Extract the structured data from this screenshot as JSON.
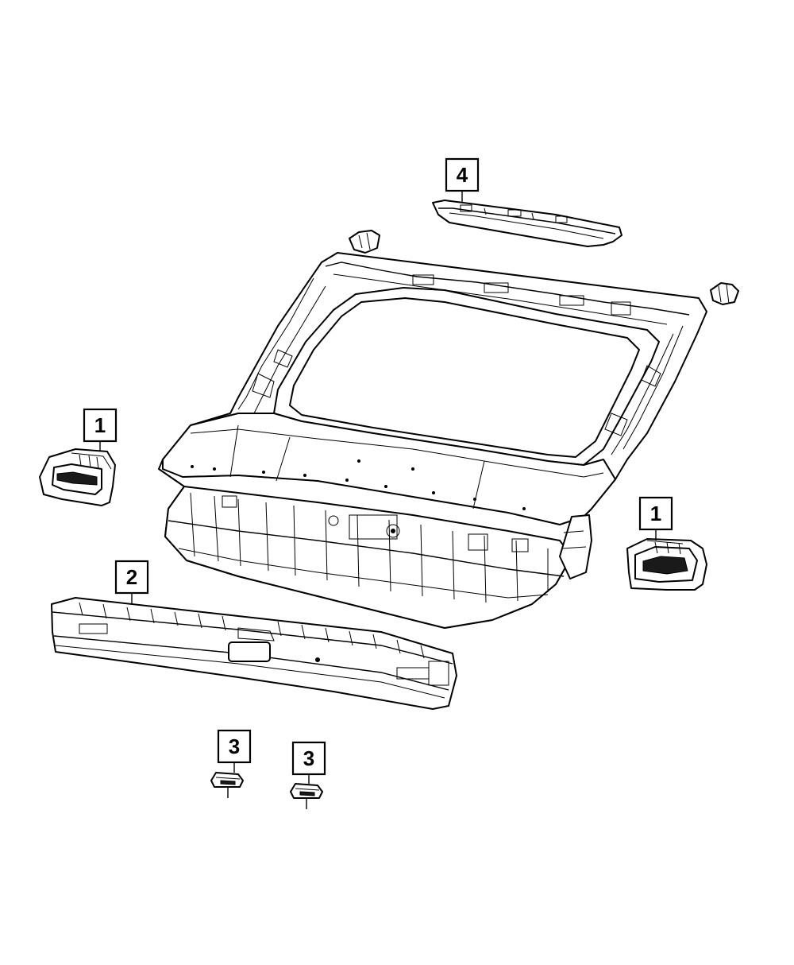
{
  "callouts": [
    {
      "id": "callout-1-left",
      "label": "1"
    },
    {
      "id": "callout-1-right",
      "label": "1"
    },
    {
      "id": "callout-2",
      "label": "2"
    },
    {
      "id": "callout-3-left",
      "label": "3"
    },
    {
      "id": "callout-3-right",
      "label": "3"
    },
    {
      "id": "callout-4",
      "label": "4"
    }
  ],
  "colors": {
    "line": "#000000",
    "background": "#ffffff"
  }
}
